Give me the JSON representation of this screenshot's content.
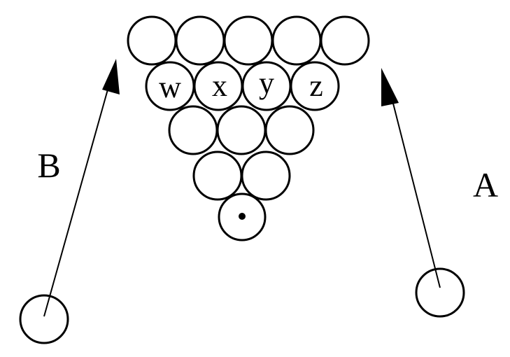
{
  "labels": {
    "w": "w",
    "x": "x",
    "y": "y",
    "z": "z",
    "path_b": "B",
    "path_a": "A"
  },
  "colors": {
    "stroke": "#000000",
    "fill": "#ffffff"
  }
}
